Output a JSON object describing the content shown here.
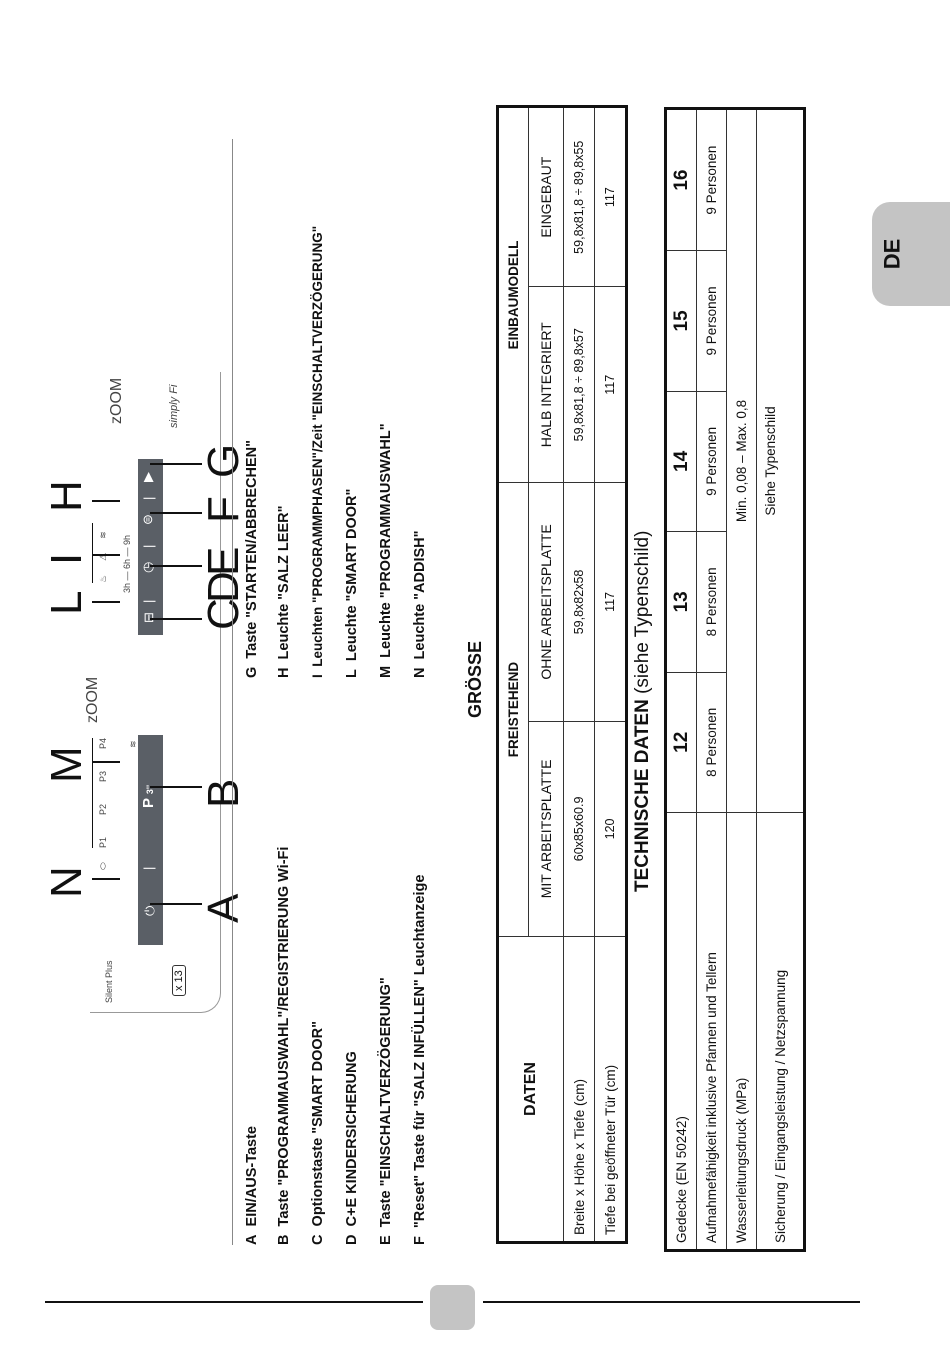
{
  "tab": {
    "label": "DE"
  },
  "panel": {
    "brand_left": "Silent Plus",
    "x13": "x 13",
    "programs": [
      "P1",
      "P2",
      "P3",
      "P4"
    ],
    "display": "P",
    "display_sub": "3''",
    "delays": "3h — 6h — 9h",
    "zoom_left": "zOOM",
    "zoom_right": "zOOM",
    "simplyfi": "simply Fi"
  },
  "callouts": [
    "N",
    "M",
    "L",
    "I",
    "H",
    "A",
    "B",
    "C",
    "D",
    "E",
    "F",
    "G"
  ],
  "legend_left": [
    {
      "key": "A",
      "text": "EIN/AUS-Taste"
    },
    {
      "key": "B",
      "text": "Taste \"PROGRAMMAUSWAHL\"/REGISTRIERUNG Wi-Fi"
    },
    {
      "key": "C",
      "text": "Optionstaste \"SMART DOOR\""
    },
    {
      "key": "D",
      "text": "C+E  KINDERSICHERUNG"
    },
    {
      "key": "E",
      "text": "Taste \"EINSCHALTVERZÖGERUNG\""
    },
    {
      "key": "F",
      "text": "\"Reset\" Taste für \"SALZ INFÜLLEN\" Leuchtanzeige"
    }
  ],
  "legend_right": [
    {
      "key": "G",
      "text": "Taste \"STARTEN/ABBRECHEN\""
    },
    {
      "key": "H",
      "text": "Leuchte \"SALZ LEER\""
    },
    {
      "key": "I",
      "text": "Leuchten \"PROGRAMMPHASEN\"/Zeit \"EINSCHALTVERZÖGERUNG\""
    },
    {
      "key": "L",
      "text": "Leuchte \"SMART DOOR\""
    },
    {
      "key": "M",
      "text": "Leuchte \"PROGRAMMAUSWAHL\""
    },
    {
      "key": "N",
      "text": "Leuchte \"ADDISH\""
    }
  ],
  "size": {
    "title": "GRÖSSE",
    "col_daten": "DATEN",
    "group_frei": "FREISTEHEND",
    "group_einbau": "EINBAUMODELL",
    "sub": [
      "MIT ARBEITSPLATTE",
      "OHNE ARBEITSPLATTE",
      "HALB INTEGRIERT",
      "EINGEBAUT"
    ],
    "rows": [
      {
        "label": "Breite x Höhe x Tiefe (cm)",
        "values": [
          "60x85x60.9",
          "59,8x82x58",
          "59,8x81,8 ÷ 89,8x57",
          "59,8x81,8 ÷ 89,8x55"
        ]
      },
      {
        "label": "Tiefe bei geöffneter Tür (cm)",
        "values": [
          "120",
          "117",
          "117",
          "117"
        ]
      }
    ]
  },
  "tech": {
    "title_bold": "TECHNISCHE DATEN",
    "title_normal": " (siehe Typenschild)",
    "row1_label": "Gedecke (EN 50242)",
    "row1_values": [
      "12",
      "13",
      "14",
      "15",
      "16"
    ],
    "row2_label": "Aufnahmefähigkeit inklusive Pfannen und Tellern",
    "row2_values": [
      "8 Personen",
      "8 Personen",
      "9 Personen",
      "9 Personen",
      "9 Personen"
    ],
    "row3_label": "Wasserleitungsdruck (MPa)",
    "row3_value": "Min. 0,08 – Max. 0,8",
    "row4_label": "Sicherung / Eingangsleistung / Netzspannung",
    "row4_value": "Siehe Typenschild"
  }
}
